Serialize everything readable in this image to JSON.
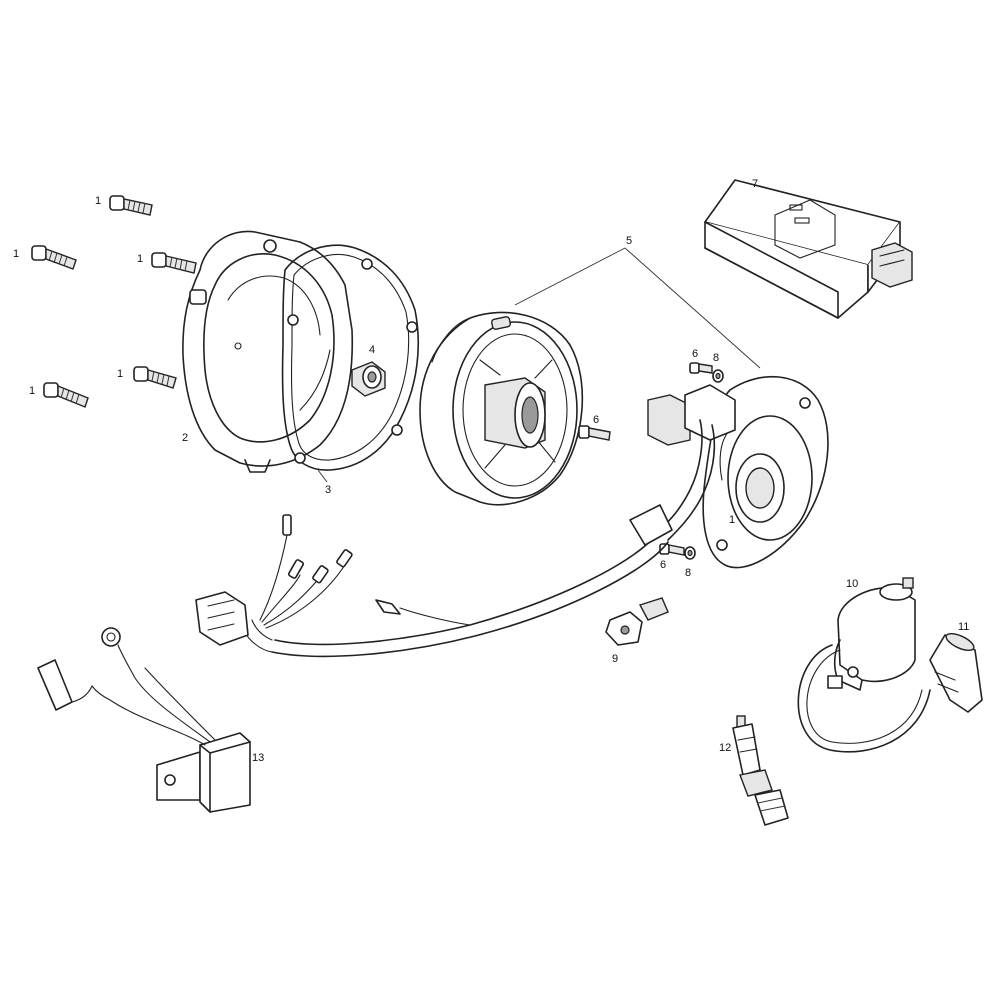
{
  "labels": {
    "screw_a": "1",
    "screw_b": "1",
    "screw_c": "1",
    "screw_d": "1",
    "screw_e": "1",
    "cover": "2",
    "gasket": "3",
    "bushing": "4",
    "flywheel": "5",
    "screw_stator_top": "6",
    "screw_mid": "6",
    "screw_stator_bottom": "6",
    "cdi": "7",
    "washer_top": "8",
    "washer_bottom": "8",
    "key": "9",
    "coil": "10",
    "cap": "11",
    "plug": "12",
    "regulator": "13",
    "stator": "1"
  }
}
